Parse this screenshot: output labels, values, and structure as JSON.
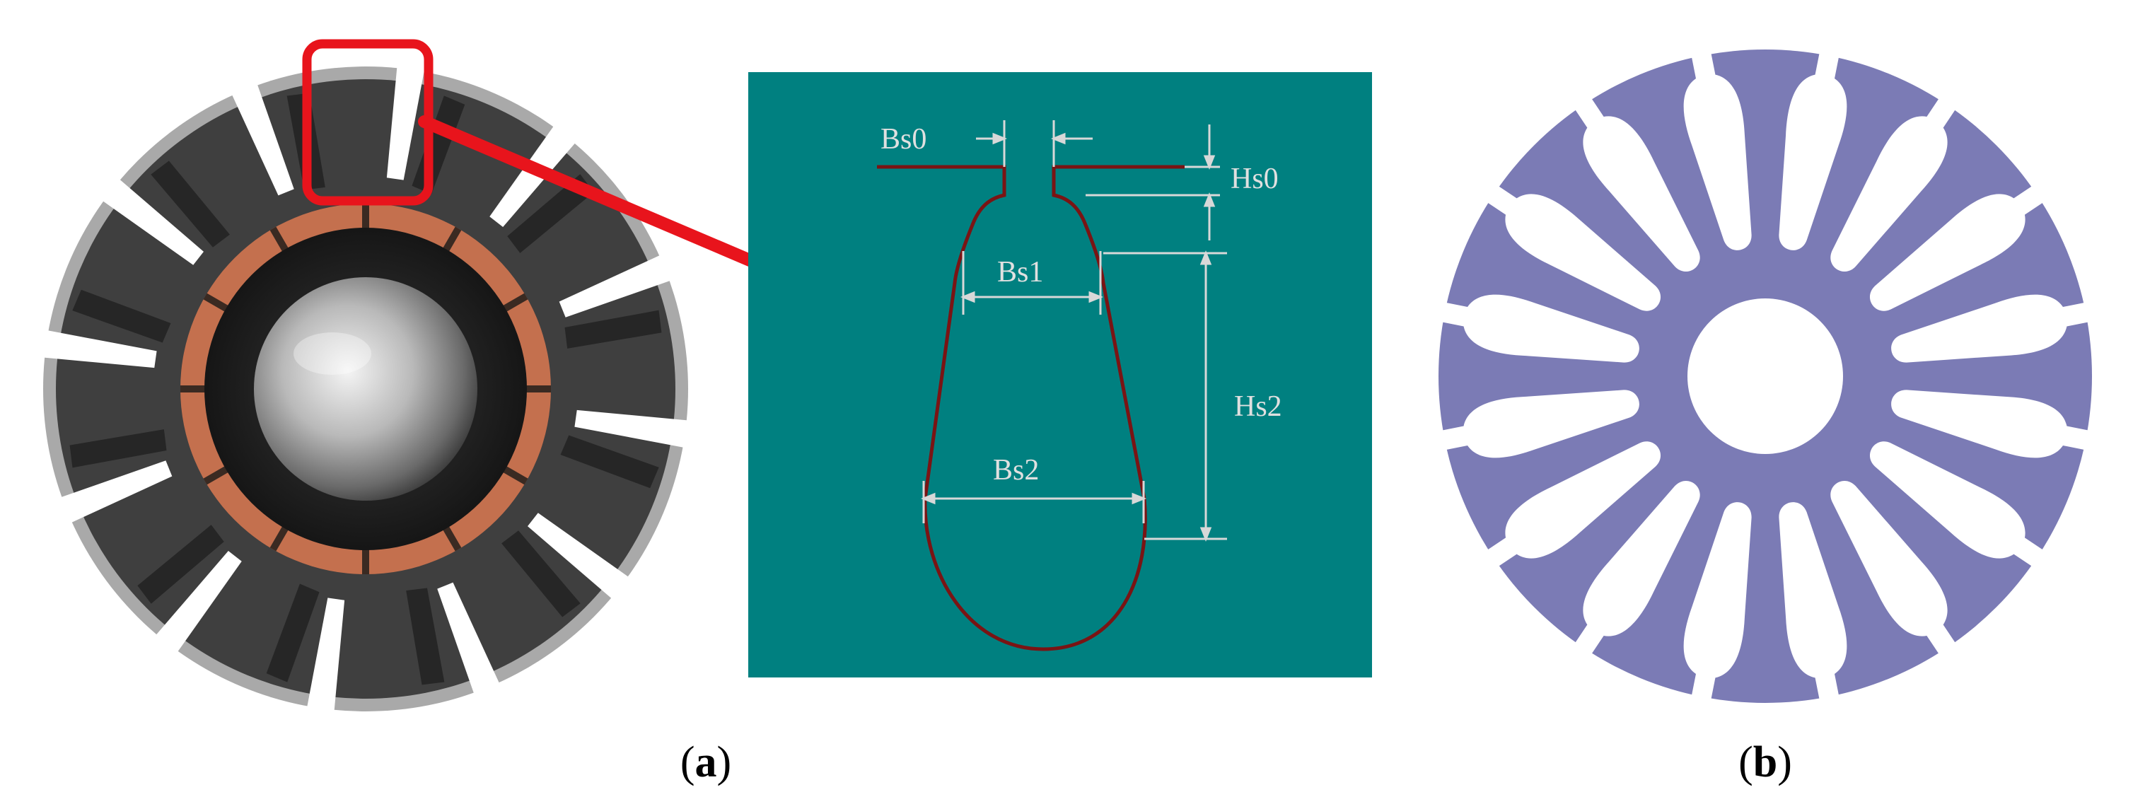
{
  "figure": {
    "panel_a_label": "(a)",
    "panel_b_label": "(b)",
    "slot_dimensions": {
      "bs0": "Bs0",
      "bs1": "Bs1",
      "bs2": "Bs2",
      "hs0": "Hs0",
      "hs2": "Hs2"
    },
    "rotor_slot_count": 12,
    "lamination_slot_count": 16,
    "colors": {
      "diagram_background": "#008080",
      "slot_outline": "#7a1414",
      "dimension_lines": "#d8d8d8",
      "highlight": "#e8141c",
      "lamination_fill": "#7b7bb5",
      "rotor_core": "#3c3c3c",
      "copper": "#c4704e",
      "shaft": "#b8b8b8"
    }
  }
}
